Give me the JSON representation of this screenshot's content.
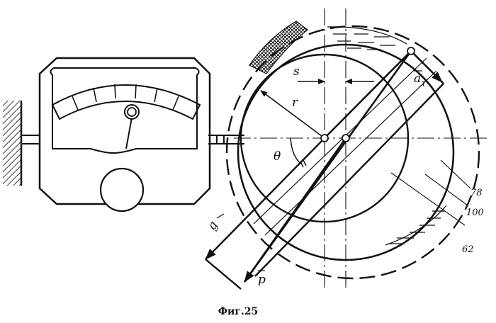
{
  "figure": {
    "caption": "Фиг.25",
    "labels": {
      "s": "s",
      "r": "r",
      "theta": "θ",
      "a_tau": "a",
      "a_tau_sub": "τ",
      "g": "g",
      "p": "p"
    },
    "callouts": [
      "78",
      "100",
      "62"
    ]
  },
  "colors": {
    "ink": "#111111",
    "paper": "#ffffff"
  }
}
